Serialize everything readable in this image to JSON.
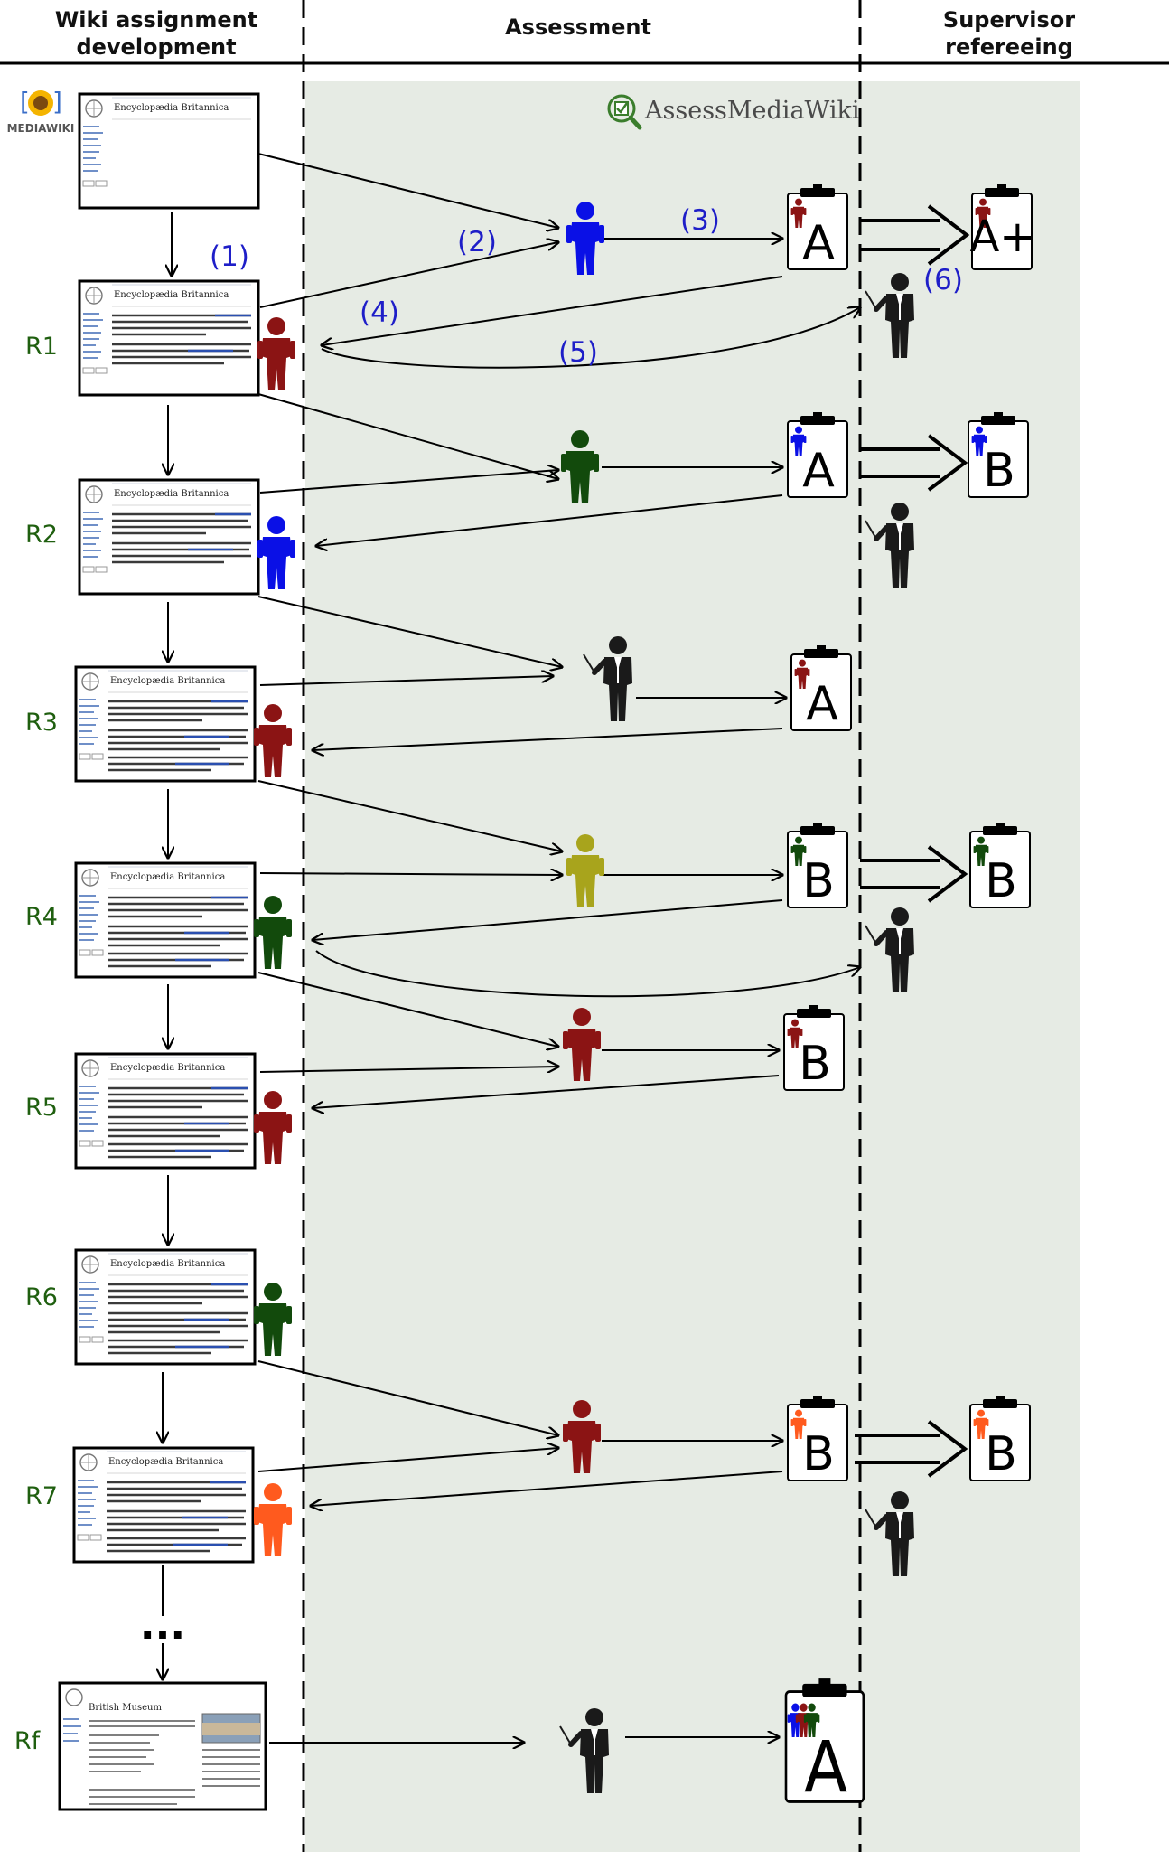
{
  "columns": {
    "wiki": [
      "Wiki assignment",
      "development"
    ],
    "assessment": [
      "Assessment"
    ],
    "supervisor": [
      "Supervisor",
      "refereeing"
    ]
  },
  "brand": {
    "name": "AssessMediaWiki",
    "mediawiki_label": "MEDIAWIKI"
  },
  "wiki_page": {
    "article_title": "Encyclopædia Britannica",
    "final_article_title": "British Museum"
  },
  "rows": [
    {
      "label": "R1"
    },
    {
      "label": "R2"
    },
    {
      "label": "R3"
    },
    {
      "label": "R4"
    },
    {
      "label": "R5"
    },
    {
      "label": "R6"
    },
    {
      "label": "R7"
    },
    {
      "label": "Rf"
    }
  ],
  "ellipsis": "...",
  "steps": [
    "(1)",
    "(2)",
    "(3)",
    "(4)",
    "(5)",
    "(6)"
  ],
  "grades": [
    {
      "assessor_grade": "A",
      "supervisor_grade": "A+"
    },
    {
      "assessor_grade": "A",
      "supervisor_grade": "B"
    },
    {
      "assessor_grade": "A",
      "supervisor_grade": ""
    },
    {
      "assessor_grade": "B",
      "supervisor_grade": "B"
    },
    {
      "assessor_grade": "B",
      "supervisor_grade": ""
    },
    {
      "assessor_grade": "B",
      "supervisor_grade": "B"
    },
    {
      "assessor_grade": "A",
      "supervisor_grade": ""
    }
  ],
  "colors": {
    "assessment_bg": "#e6ebe4",
    "row_label": "#1f5f0f",
    "step_label": "#1e1ec8",
    "student_darkred": "#8b1414",
    "student_blue": "#0a10e6",
    "student_green": "#124a0c",
    "student_olive": "#a8a41c",
    "student_orange": "#ff5a1e",
    "teacher": "#1a1a1a"
  }
}
